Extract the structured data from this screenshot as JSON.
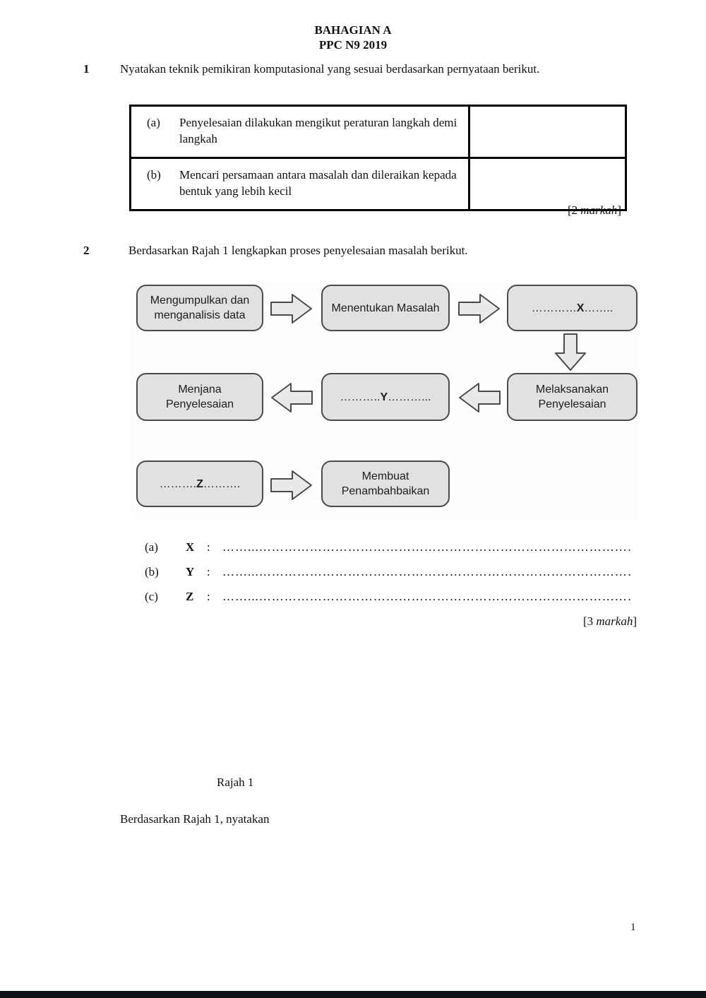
{
  "header": {
    "line1": "BAHAGIAN A",
    "line2": "PPC N9 2019"
  },
  "q1": {
    "number": "1",
    "text": "Nyatakan teknik pemikiran komputasional yang sesuai berdasarkan pernyataan berikut.",
    "table": {
      "rows": [
        {
          "label": "(a)",
          "text": "Penyelesaian dilakukan mengikut peraturan langkah demi langkah",
          "answer": ""
        },
        {
          "label": "(b)",
          "text": "Mencari persamaan antara masalah dan dileraikan kepada bentuk yang lebih kecil",
          "answer": ""
        }
      ]
    },
    "marks": {
      "open": "[2 ",
      "word": "markah",
      "close": "]"
    }
  },
  "q2": {
    "number": "2",
    "text": "Berdasarkan Rajah 1 lengkapkan proses penyelesaian masalah berikut.",
    "marks": {
      "open": "[3 ",
      "word": "markah",
      "close": "]"
    }
  },
  "flowchart": {
    "box1": "Mengumpulkan dan menganalisis data",
    "box2": "Menentukan Masalah",
    "box3": {
      "pre": "…………",
      "letter": "X",
      "post": "…….."
    },
    "box4": "Menjana Penyelesaian",
    "box5": {
      "pre": "………..",
      "letter": "Y",
      "post": "………..."
    },
    "box6": "Melaksanakan Penyelesaian",
    "box7": {
      "pre": "……….",
      "letter": "Z",
      "post": "………."
    },
    "box8": "Membuat Penambahbaikan",
    "box_fill": "#e1e1e1",
    "box_border": "#4a4a4a",
    "arrow_fill": "#e9e9e9",
    "arrow_border": "#4a4a4a"
  },
  "answers": {
    "rows": [
      {
        "label": "(a)",
        "letter": "X",
        "colon": ":",
        "dots": "……...………………………………………………………………………………………………………………………….."
      },
      {
        "label": "(b)",
        "letter": "Y",
        "colon": ":",
        "dots": "……...………………………………………………………………………………………………………………………….."
      },
      {
        "label": "(c)",
        "letter": "Z",
        "colon": ":",
        "dots": "……...………………………………………………………………………………………………………………………….."
      }
    ]
  },
  "figure_caption": "Rajah 1",
  "footer_text": "Berdasarkan Rajah 1, nyatakan",
  "page_number": "1"
}
